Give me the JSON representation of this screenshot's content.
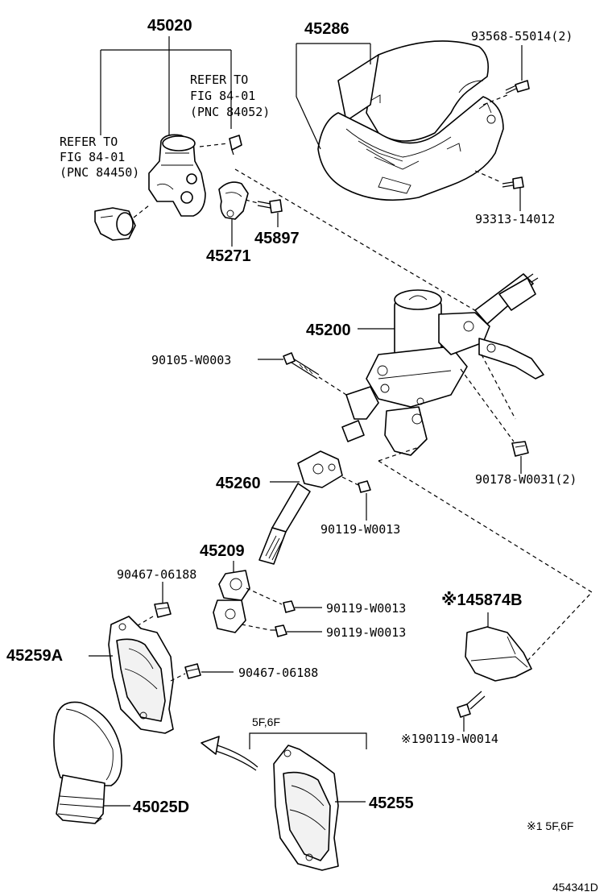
{
  "labels": {
    "p45020": "45020",
    "p45286": "45286",
    "p93568": "93568-55014(2)",
    "refer1_l1": "REFER TO",
    "refer1_l2": "FIG 84-01",
    "refer1_l3": "(PNC 84052)",
    "refer2_l1": "REFER TO",
    "refer2_l2": "FIG 84-01",
    "refer2_l3": "(PNC 84450)",
    "p93313": "93313-14012",
    "p45897": "45897",
    "p45271": "45271",
    "p45200": "45200",
    "p90105": "90105-W0003",
    "p90178": "90178-W0031(2)",
    "p45260": "45260",
    "p90119a": "90119-W0013",
    "p45209": "45209",
    "p90467a": "90467-06188",
    "p90119b": "90119-W0013",
    "p90119c": "90119-W0013",
    "p45874b": "※145874B",
    "p45259a": "45259A",
    "p90467b": "90467-06188",
    "p5f6f": "5F,6F",
    "p90119d": "※190119-W0014",
    "p45025d": "45025D",
    "p45255": "45255",
    "note": "※1 5F,6F",
    "diagram_id": "454341D"
  }
}
